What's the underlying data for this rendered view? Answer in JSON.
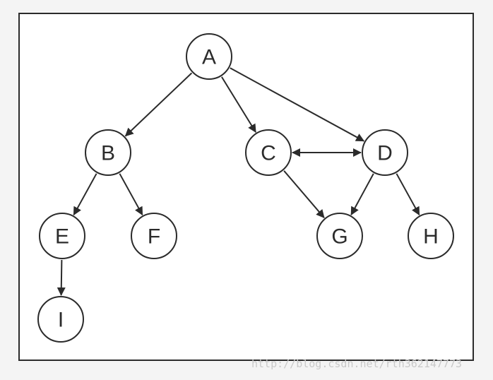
{
  "diagram": {
    "type": "directed-graph",
    "nodes": [
      {
        "id": "A",
        "label": "A"
      },
      {
        "id": "B",
        "label": "B"
      },
      {
        "id": "C",
        "label": "C"
      },
      {
        "id": "D",
        "label": "D"
      },
      {
        "id": "E",
        "label": "E"
      },
      {
        "id": "F",
        "label": "F"
      },
      {
        "id": "G",
        "label": "G"
      },
      {
        "id": "H",
        "label": "H"
      },
      {
        "id": "I",
        "label": "I"
      }
    ],
    "edges": [
      {
        "from": "A",
        "to": "B",
        "bidirectional": false
      },
      {
        "from": "A",
        "to": "C",
        "bidirectional": false
      },
      {
        "from": "A",
        "to": "D",
        "bidirectional": false
      },
      {
        "from": "C",
        "to": "D",
        "bidirectional": true
      },
      {
        "from": "B",
        "to": "E",
        "bidirectional": false
      },
      {
        "from": "B",
        "to": "F",
        "bidirectional": false
      },
      {
        "from": "C",
        "to": "G",
        "bidirectional": false
      },
      {
        "from": "D",
        "to": "G",
        "bidirectional": false
      },
      {
        "from": "D",
        "to": "H",
        "bidirectional": false
      },
      {
        "from": "E",
        "to": "I",
        "bidirectional": false
      }
    ],
    "colors": {
      "stroke": "#2b2b2b",
      "node_fill": "#ffffff",
      "background": "#ffffff"
    }
  },
  "watermark": {
    "text": "http://blog.csdn.net/rth362147773"
  }
}
